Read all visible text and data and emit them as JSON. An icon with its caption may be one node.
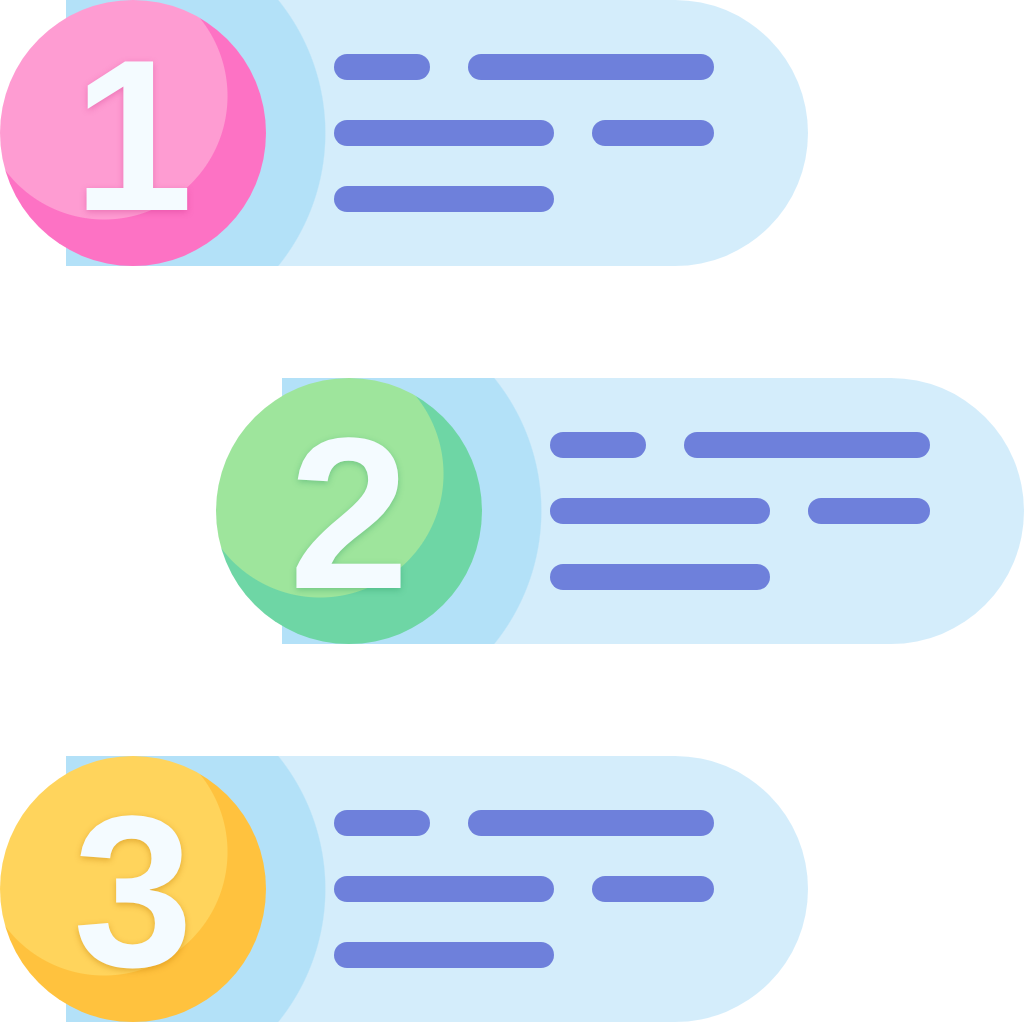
{
  "diagram": {
    "nodes": [
      {
        "text": [
          "1"
        ]
      },
      {
        "text": [
          "2"
        ]
      },
      {
        "text": [
          "3"
        ]
      }
    ]
  }
}
